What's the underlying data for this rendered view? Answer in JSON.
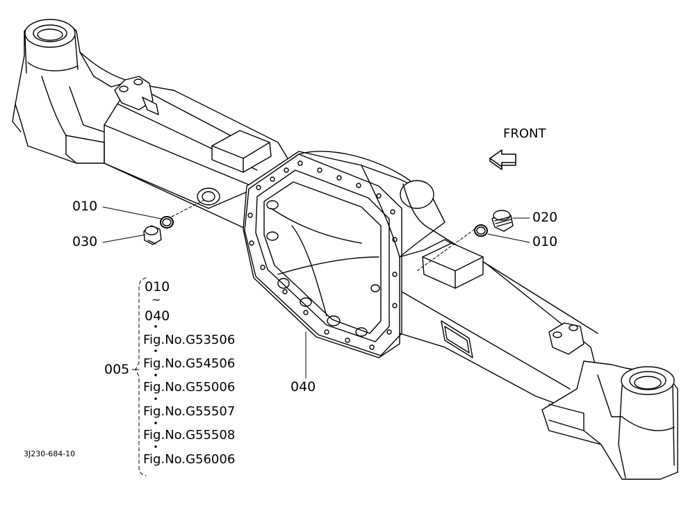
{
  "parts": {
    "callout_010_left": "010",
    "callout_030": "030",
    "callout_020": "020",
    "callout_010_right": "010",
    "callout_040": "040",
    "front_label": "FRONT"
  },
  "assembly": {
    "code": "005",
    "range_start": "010",
    "range_sep": "~",
    "range_end": "040",
    "figures": [
      "Fig.No.G53506",
      "Fig.No.G54506",
      "Fig.No.G55006",
      "Fig.No.G55507",
      "Fig.No.G55508",
      "Fig.No.G56006"
    ]
  },
  "drawing_id": "3J230-684-10"
}
